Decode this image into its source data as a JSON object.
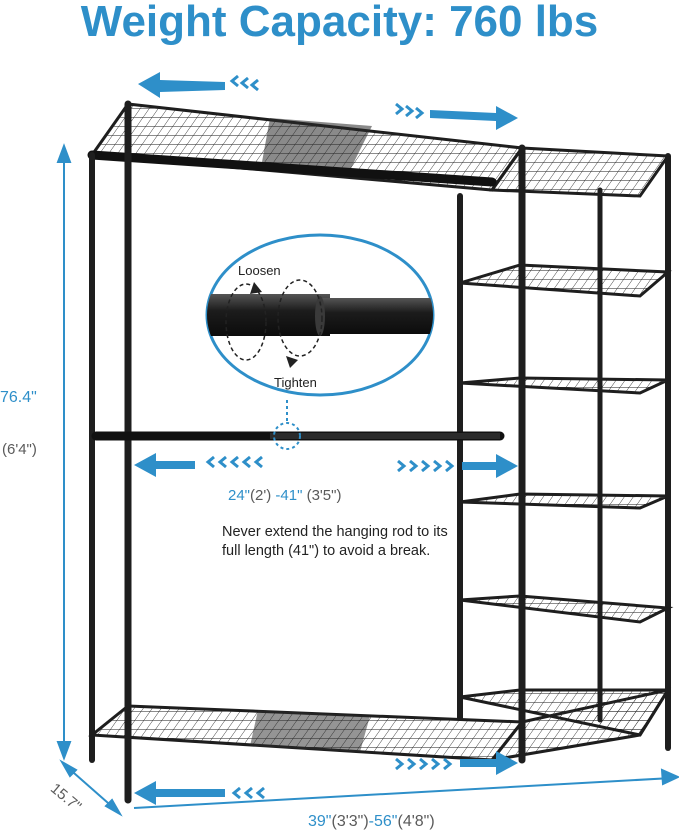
{
  "title": "Weight Capacity: 760 lbs",
  "dimensions": {
    "height_in": "76.4\"",
    "height_ft": "(6'4\")",
    "rod_min_in": "24\"",
    "rod_min_ft": "(2')",
    "rod_sep": " -",
    "rod_max_in": "41\"",
    "rod_max_ft": " (3'5\")",
    "depth_in": "15.7\"",
    "width_min_in": "39\"",
    "width_min_ft": "(3'3\")",
    "width_sep": "-",
    "width_max_in": "56\"",
    "width_max_ft": "(4'8\")"
  },
  "callout": {
    "loosen": "Loosen",
    "tighten": "Tighten"
  },
  "note": "Never extend the hanging rod to its full length (41\") to avoid a break.",
  "colors": {
    "accent": "#2e8fc9",
    "frame": "#1e1e1e",
    "text_gray": "#5a5a5a"
  }
}
